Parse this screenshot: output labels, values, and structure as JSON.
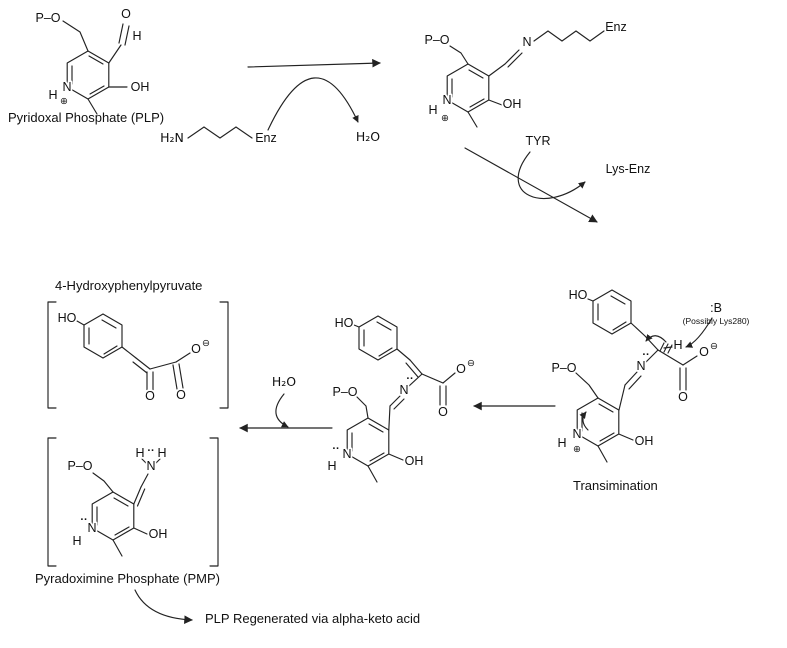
{
  "captions": {
    "plp": "Pyridoxal Phosphate (PLP)",
    "hpp": "4-Hydroxyphenylpyruvate",
    "pmp": "Pyradoximine Phosphate (PMP)",
    "transimination": "Transimination",
    "regeneration": "PLP Regenerated via alpha-keto acid"
  },
  "reagents": {
    "tyr": "TYR",
    "lys_enz": "Lys-Enz",
    "h2o": "H₂O",
    "h2n": "H₂N",
    "enz": "Enz",
    "base": ":B",
    "base_note": "(Possibly Lys280)"
  },
  "atoms": {
    "p_o": "P–O",
    "o": "O",
    "n": "N",
    "h": "H",
    "oh": "OH",
    "ho": "HO",
    "plus": "⊕",
    "minus": "⊖",
    "lone_pair": "··"
  },
  "colors": {
    "ink": "#222222",
    "background": "#ffffff"
  }
}
